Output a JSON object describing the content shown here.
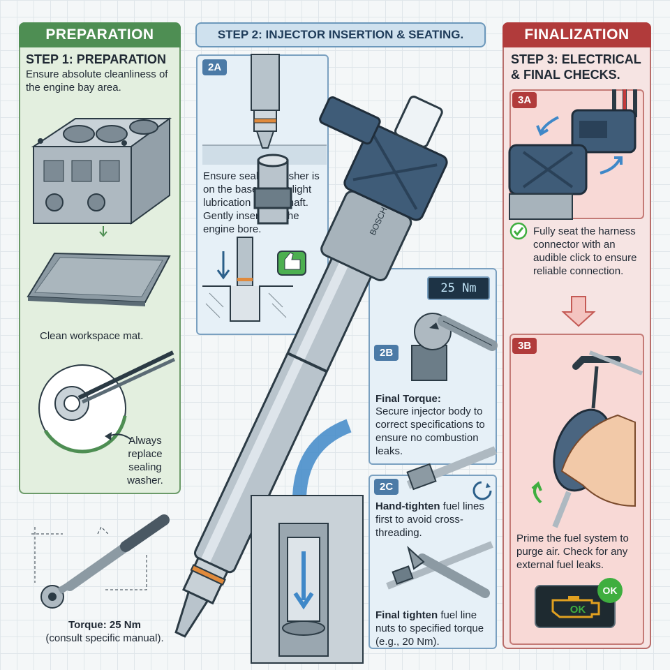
{
  "preparation": {
    "header": "PREPARATION",
    "step_title": "STEP 1: PREPARATION",
    "intro": "Ensure absolute cleanliness of the engine bay area.",
    "mat_caption": "Clean workspace mat.",
    "washer_caption": "Always replace sealing washer."
  },
  "torque_note": {
    "label": "Torque: 25 Nm",
    "sub": "(consult specific manual)."
  },
  "step2": {
    "header": "STEP 2: INJECTOR INSERTION & SEATING.",
    "a": {
      "badge": "2A",
      "text": "Ensure sealing washer is on the base. Apply light lubrication to the shaft. Gently insert into the engine bore."
    },
    "b": {
      "badge": "2B",
      "display": "25 Nm",
      "title": "Final Torque:",
      "text": "Secure injector body to correct specifications to ensure no combustion leaks."
    },
    "c": {
      "badge": "2C",
      "hand_bold": "Hand-tighten",
      "hand_rest": "fuel lines first to avoid cross-threading.",
      "final_bold": "Final tighten",
      "final_rest": "fuel line nuts to specified torque (e.g., 20 Nm)."
    }
  },
  "finalization": {
    "header": "FINALIZATION",
    "step_title": "STEP 3: ELECTRICAL & FINAL CHECKS.",
    "a": {
      "badge": "3A",
      "text": "Fully seat the harness connector with an audible click to ensure reliable connection."
    },
    "b": {
      "badge": "3B",
      "text": "Prime the fuel system to purge air. Check for any external fuel leaks.",
      "ok_small": "OK",
      "ok_big": "OK"
    }
  },
  "injector_marking": "BOSCH",
  "colors": {
    "green_header": "#4e8e53",
    "red_header": "#b13b3b",
    "blue_accent": "#4b7aa6",
    "ok_green": "#3fae3f",
    "check_engine": "#e0a020"
  }
}
